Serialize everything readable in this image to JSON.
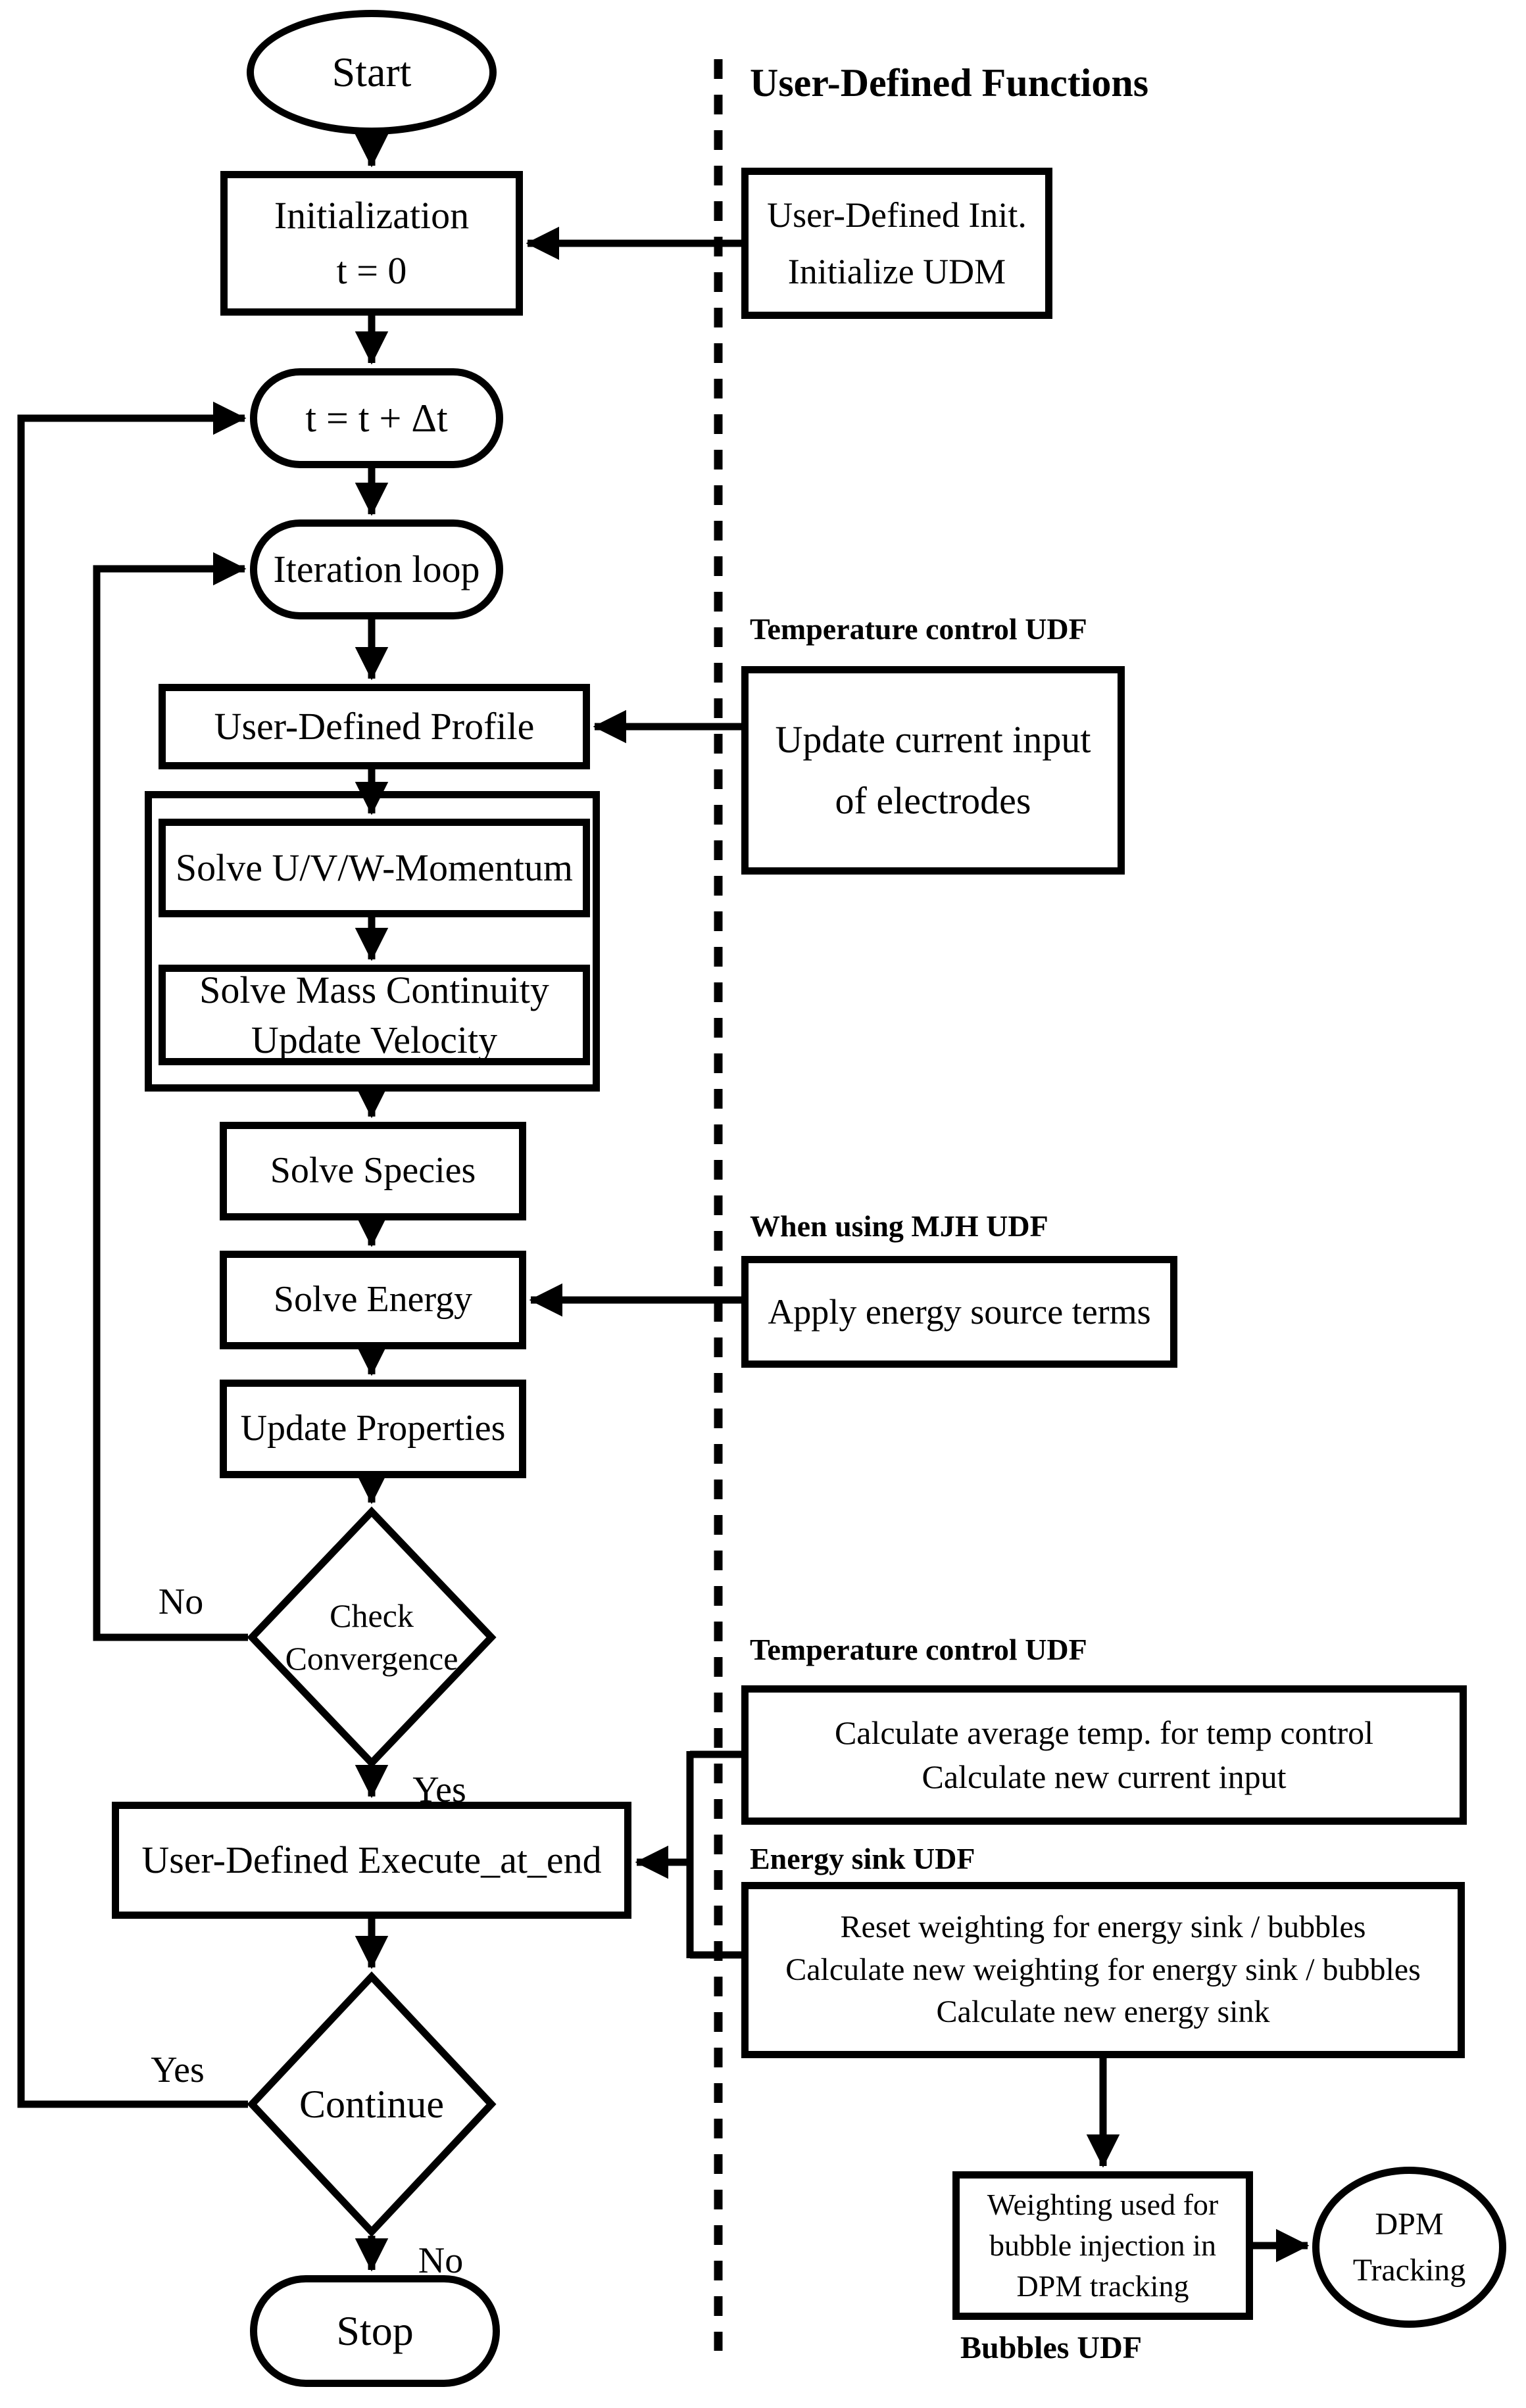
{
  "figure": {
    "background": "#ffffff",
    "ink": "#000000",
    "kind": "CFD solver flowchart with user-defined functions"
  },
  "udf_column": {
    "title": "User-Defined Functions"
  },
  "main_flow": {
    "start": "Start",
    "initialization": {
      "line1": "Initialization",
      "line2": "t = 0"
    },
    "time_step": "t = t + Δt",
    "iteration_loop": "Iteration loop",
    "user_defined_profile": "User-Defined Profile",
    "solve_momentum": "Solve U/V/W-Momentum",
    "solve_mass_continuity": {
      "line1": "Solve Mass Continuity",
      "line2": "Update Velocity"
    },
    "solve_species": "Solve Species",
    "solve_energy": "Solve Energy",
    "update_properties": "Update Properties",
    "check_convergence": {
      "line1": "Check",
      "line2": "Convergence"
    },
    "execute_at_end": "User-Defined Execute_at_end",
    "continue_decision": "Continue",
    "stop": "Stop"
  },
  "branch_labels": {
    "check_no": "No",
    "check_yes": "Yes",
    "continue_yes": "Yes",
    "continue_no": "No"
  },
  "udf_boxes": {
    "init": {
      "line1": "User-Defined Init.",
      "line2": "Initialize UDM"
    },
    "temperature_control_top": {
      "caption": "Temperature control UDF",
      "line1": "Update current input",
      "line2": "of electrodes"
    },
    "mjh": {
      "caption": "When using MJH UDF",
      "line1": "Apply energy source terms"
    },
    "temperature_control_bottom": {
      "caption": "Temperature control UDF",
      "line1": "Calculate average temp. for temp control",
      "line2": "Calculate new current input"
    },
    "energy_sink": {
      "caption": "Energy sink UDF",
      "line1": "Reset weighting for energy sink / bubbles",
      "line2": "Calculate new weighting for energy sink / bubbles",
      "line3": "Calculate new energy sink"
    },
    "bubbles": {
      "caption": "Bubbles UDF",
      "line1": "Weighting used for",
      "line2": "bubble injection in",
      "line3": "DPM tracking"
    },
    "dpm_tracking": "DPM Tracking"
  }
}
